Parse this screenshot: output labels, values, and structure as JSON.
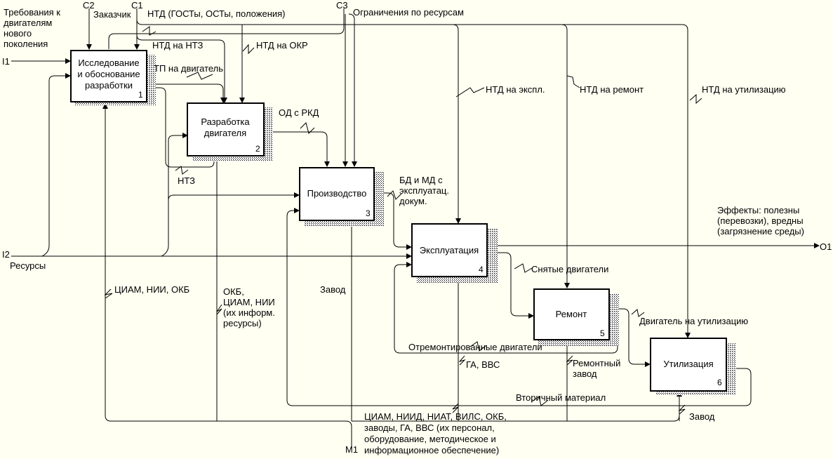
{
  "boxes": [
    {
      "id": "b1",
      "lines": [
        "Исследование",
        "и обоснование",
        "разработки"
      ],
      "num": "1"
    },
    {
      "id": "b2",
      "lines": [
        "Разработка",
        "двигателя"
      ],
      "num": "2"
    },
    {
      "id": "b3",
      "lines": [
        "Производство"
      ],
      "num": "3"
    },
    {
      "id": "b4",
      "lines": [
        "Эксплуатация"
      ],
      "num": "4"
    },
    {
      "id": "b5",
      "lines": [
        "Ремонт"
      ],
      "num": "5"
    },
    {
      "id": "b6",
      "lines": [
        "Утилизация"
      ],
      "num": "6"
    }
  ],
  "inputs": {
    "i1_code": "I1",
    "i1_label": [
      "Требования к",
      "двигателям",
      "нового",
      "поколения"
    ],
    "i2_code": "I2",
    "i2_label": "Ресурсы"
  },
  "controls": {
    "c1_code": "C1",
    "c2_code": "C2",
    "c3_code": "C3",
    "c2_label": "Заказчик",
    "c1_label": "НТД (ГОСТы, ОСТы, положения)",
    "c3_label": "Ограничения по ресурсам",
    "ntd_nt3": "НТД на НТЗ",
    "ntd_okr": "НТД на ОКР",
    "ntd_expl": "НТД на экспл.",
    "ntd_remont": "НТД на ремонт",
    "ntd_util": "НТД на утилизацию"
  },
  "flows": {
    "tp": "ТП на двигатель",
    "od": "ОД с РКД",
    "nt3": "НТЗ",
    "bd_md": [
      "БД и МД с",
      "эксплуатац.",
      "докум."
    ],
    "effects": [
      "Эффекты: полезны",
      "(перевозки), вредны",
      "(загрязнение среды)"
    ],
    "o1_code": "O1",
    "snyatye": "Снятые двигатели",
    "na_util": "Двигатель на утилизацию",
    "otremont": "Отремонтированные двигатели",
    "vtorichny": "Вторичный материал"
  },
  "mechanisms": {
    "m1_code": "M1",
    "tsiam": "ЦИАМ, НИИ, ОКБ",
    "okb": [
      "ОКБ,",
      "ЦИАМ, НИИ",
      "(их информ.",
      "ресурсы)"
    ],
    "zavod": "Завод",
    "ga_vvs": "ГА, ВВС",
    "remont_zavod": [
      "Ремонтный",
      "завод"
    ],
    "zavod2": "Завод",
    "m1_label": [
      "ЦИАМ, НИИД, НИАТ, ВИЛС, ОКБ,",
      "заводы, ГА, ВВС (их персонал,",
      "оборудование, методическое и",
      "информационное обеспечение)"
    ]
  }
}
